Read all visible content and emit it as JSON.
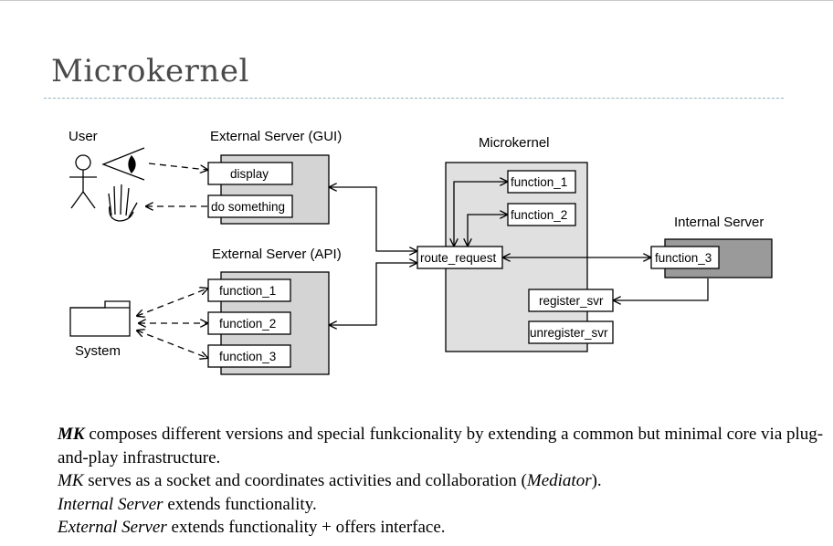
{
  "slide": {
    "title": "Microkernel"
  },
  "diagram": {
    "user_label": "User",
    "system_label": "System",
    "ext_gui": {
      "title": "External Server (GUI)",
      "items": [
        "display",
        "do something"
      ]
    },
    "ext_api": {
      "title": "External Server (API)",
      "items": [
        "function_1",
        "function_2",
        "function_3"
      ]
    },
    "microkernel": {
      "title": "Microkernel",
      "functions": [
        "function_1",
        "function_2"
      ],
      "route": "route_request",
      "register": "register_svr",
      "unregister": "unregister_svr"
    },
    "internal": {
      "title": "Internal Server",
      "function": "function_3"
    }
  },
  "text": {
    "line1_em": "MK",
    "line1_rest": " composes different versions and special funkcionality by extending a common but minimal core via plug-and-play infrastructure.",
    "line2_em": "MK",
    "line2_mid": " serves as a socket and coordinates activities and collaboration (",
    "line2_em2": "Mediator",
    "line2_end": ").",
    "line3_em": "Internal Server",
    "line3_rest": " extends functionality.",
    "line4_em": "External Server",
    "line4_rest": " extends functionality + offers interface."
  }
}
